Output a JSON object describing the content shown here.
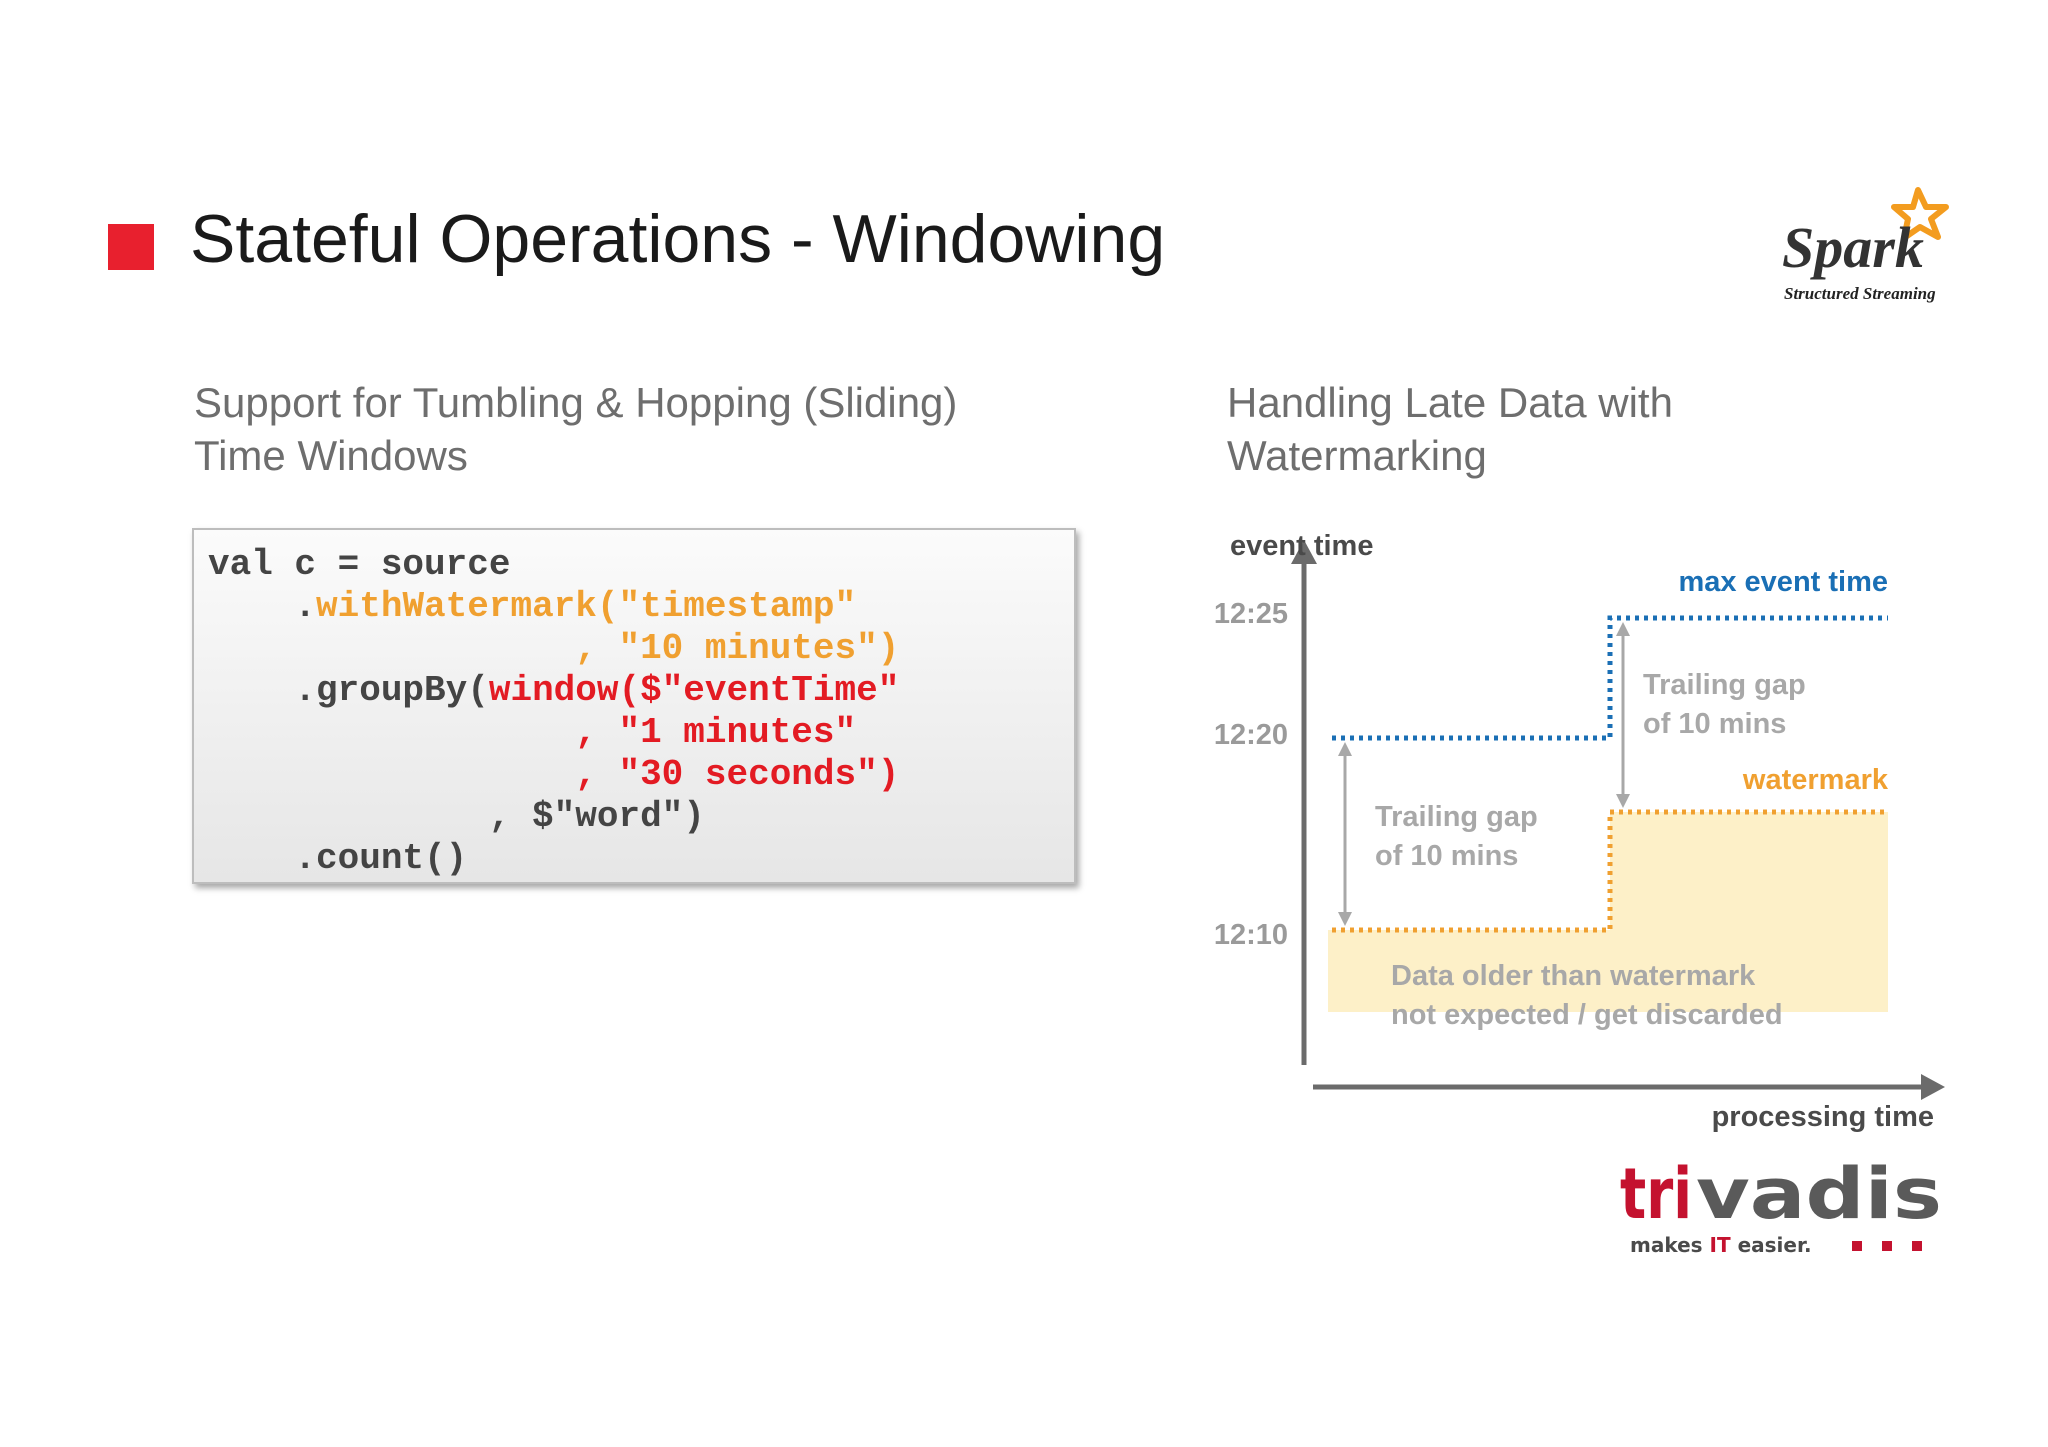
{
  "slide": {
    "title": "Stateful Operations - Windowing",
    "accent_color": "#e8202e"
  },
  "left": {
    "subtitle_line1": "Support for Tumbling & Hopping (Sliding)",
    "subtitle_line2": "Time Windows",
    "code": {
      "l1": "val c = source",
      "l2_indent": "    .",
      "l2_orange": "withWatermark(\"timestamp\"",
      "l3_indent": "                 ",
      "l3_orange": ", \"10 minutes\")",
      "l4_dark": "    .groupBy(",
      "l4_red": "window($\"eventTime\"",
      "l5_indent": "                 ",
      "l5_red": ", \"1 minutes\"",
      "l6_indent": "                 ",
      "l6_red": ", \"30 seconds\")",
      "l7": "             , $\"word\")",
      "l8": "    .count()",
      "colors": {
        "keyword": "#f0a030",
        "window": "#e31b23",
        "default": "#444444"
      }
    }
  },
  "right": {
    "subtitle_line1": "Handling Late Data with",
    "subtitle_line2": "Watermarking",
    "diagram": {
      "y_axis_label": "event time",
      "x_axis_label": "processing time",
      "ticks": [
        "12:25",
        "12:20",
        "12:10"
      ],
      "max_event_time_label": "max event time",
      "watermark_label": "watermark",
      "gap1_line1": "Trailing gap",
      "gap1_line2": "of 10 mins",
      "gap2_line1": "Trailing gap",
      "gap2_line2": "of 10 mins",
      "discard_line1": "Data older than watermark",
      "discard_line2": "not expected / get discarded",
      "colors": {
        "max_event": "#1a6fb5",
        "watermark": "#f0a030",
        "fill": "#fdf0c8",
        "axis": "#6b6b6b",
        "label": "#a8a8a8"
      }
    }
  },
  "logos": {
    "spark_word": "Spark",
    "spark_tagline": "Structured Streaming",
    "trivadis_word": "trivadis",
    "trivadis_tagline_1": "makes ",
    "trivadis_tagline_it": "IT",
    "trivadis_tagline_2": " easier."
  }
}
